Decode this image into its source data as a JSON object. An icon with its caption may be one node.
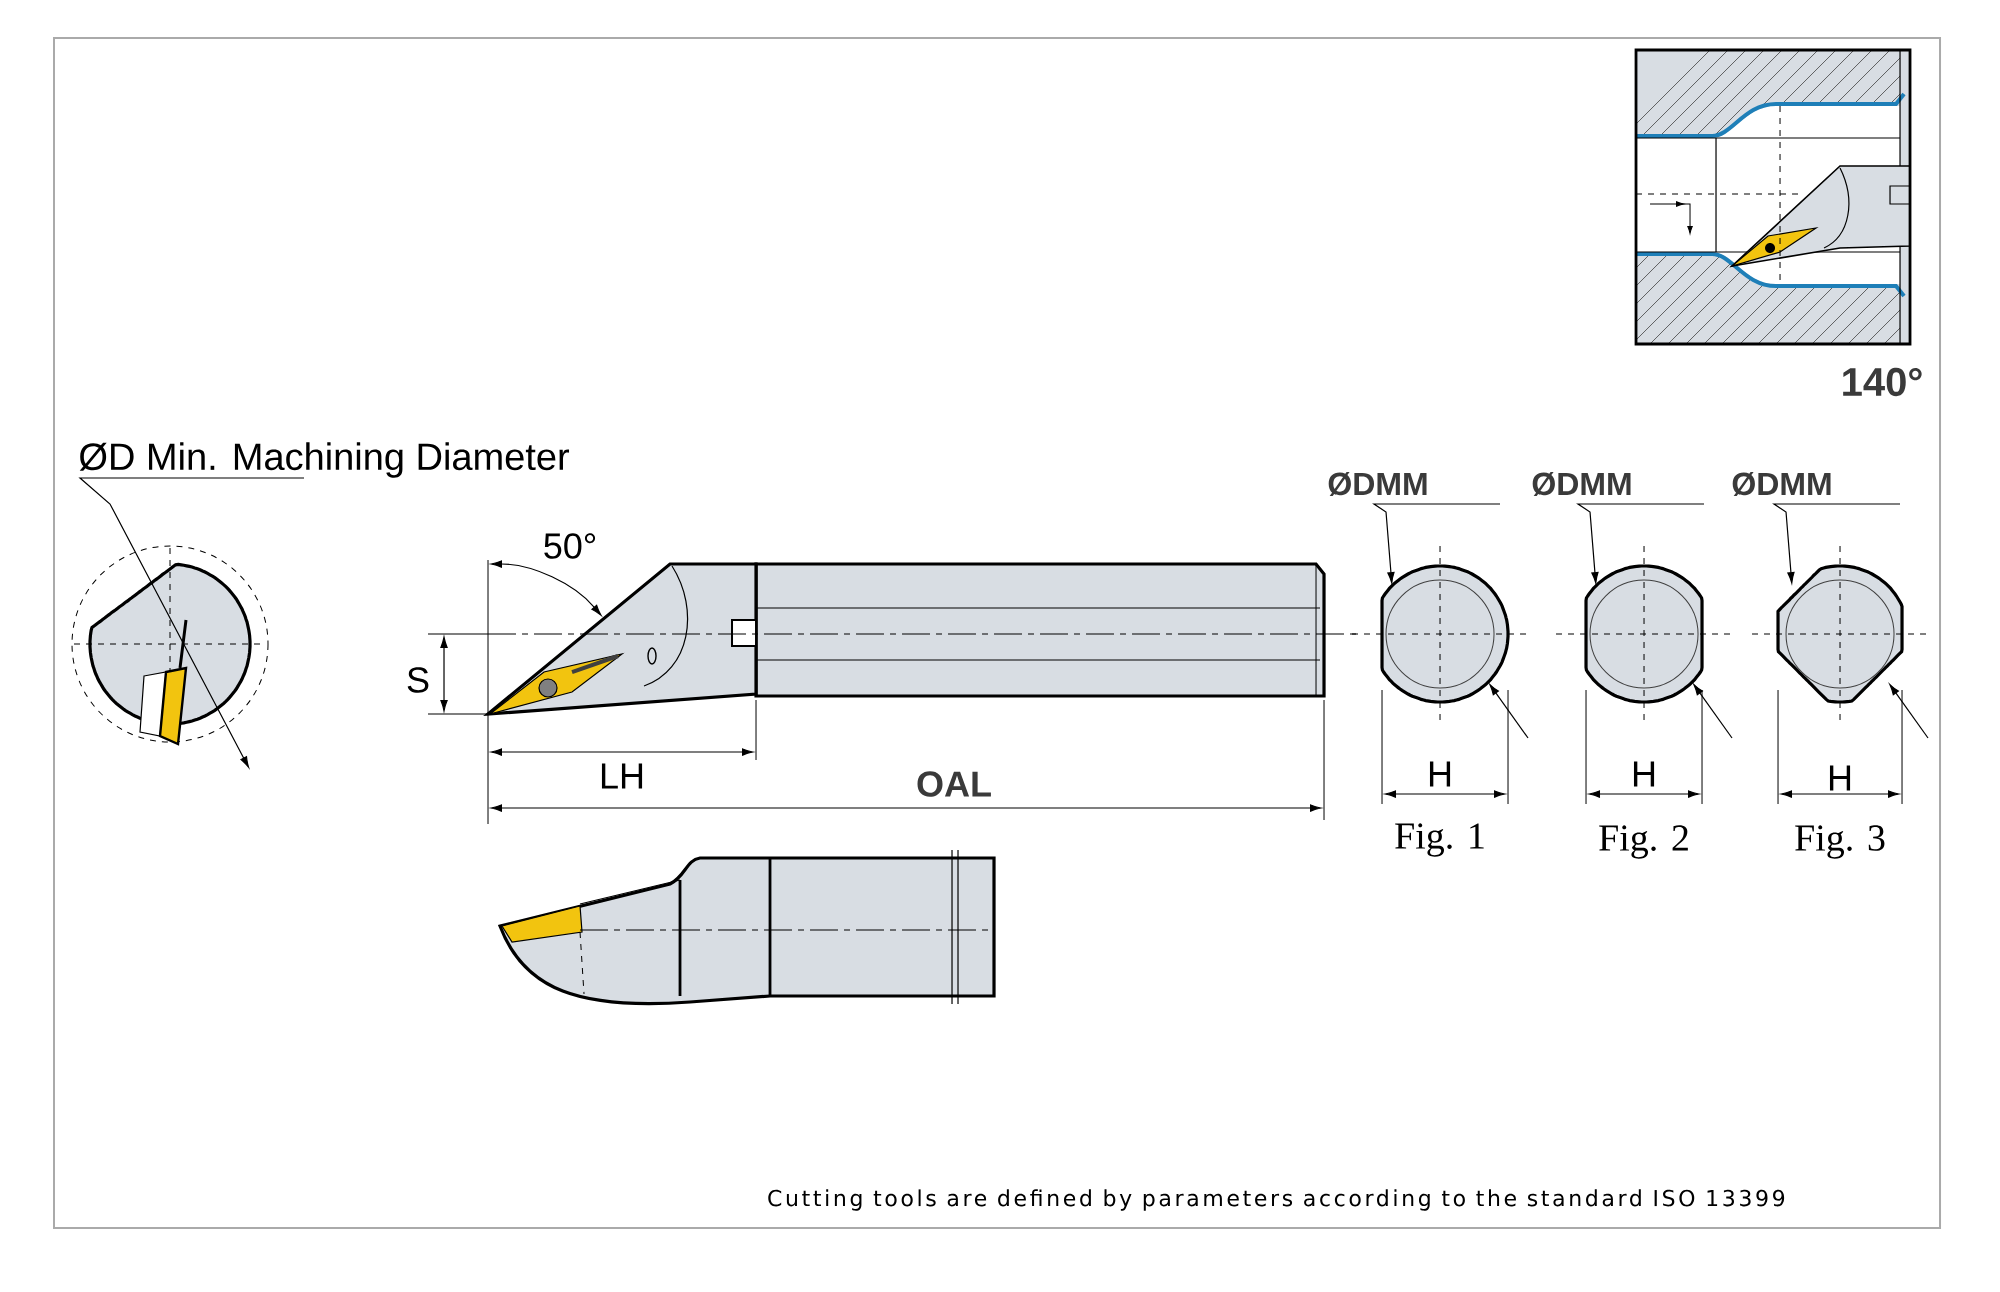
{
  "diagram": {
    "caption": "Cutting tools are defined by parameters according to the standard ISO 13399",
    "labels": [
      "140°",
      "ØD Min. Machining Diameter",
      "ØDMM",
      "ØDMM",
      "ØDMM",
      "50°",
      "S",
      "LH",
      "OAL",
      "H",
      "H",
      "H",
      "Fig. 1",
      "Fig. 2",
      "Fig. 3"
    ]
  }
}
